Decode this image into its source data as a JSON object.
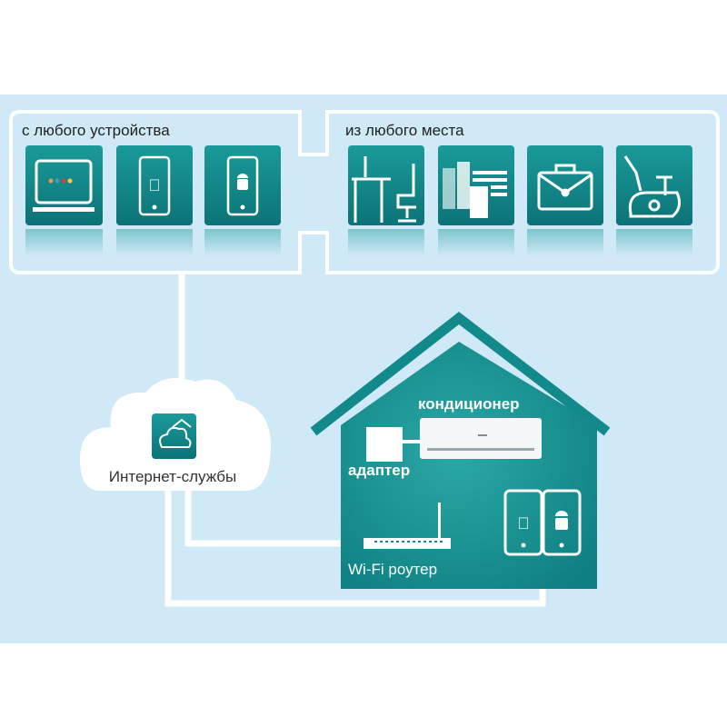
{
  "panels": {
    "devices": {
      "title": "с любого устройства",
      "tiles": [
        "computer-icon",
        "apple-phone-icon",
        "android-phone-icon"
      ]
    },
    "places": {
      "title": "из любого места",
      "tiles": [
        "office-desk-icon",
        "city-buildings-icon",
        "briefcase-icon",
        "exercise-bike-icon"
      ]
    }
  },
  "cloud": {
    "label": "Интернет-службы"
  },
  "house": {
    "ac_label": "кондиционер",
    "adapter_label": "адаптер",
    "router_label": "Wi-Fi роутер"
  },
  "colors": {
    "teal": "#12898b",
    "sky": "#cfe9f6",
    "line": "#ffffff"
  }
}
